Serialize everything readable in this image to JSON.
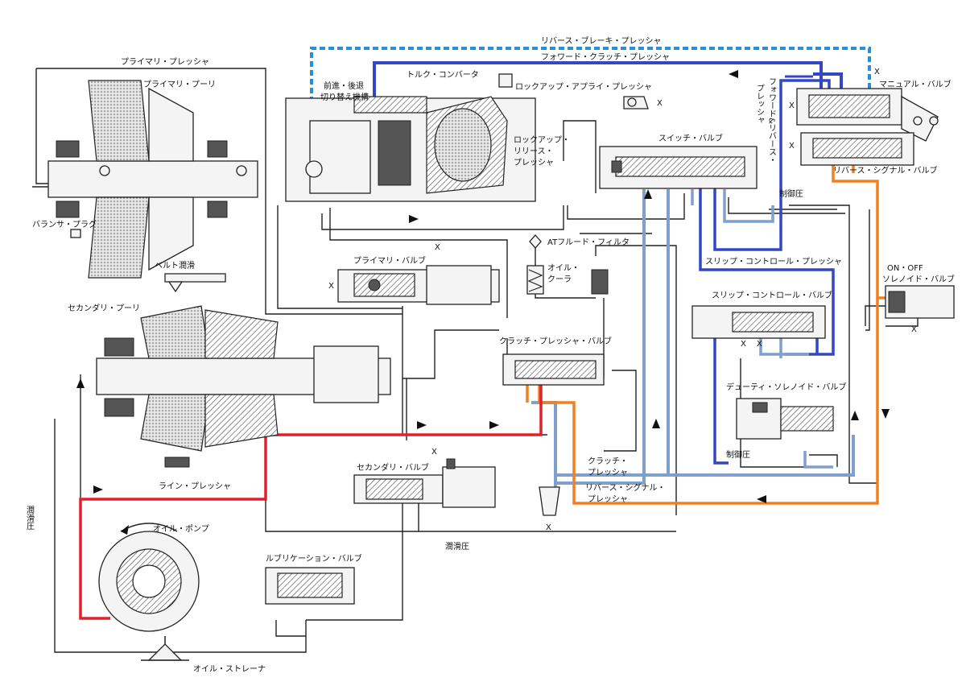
{
  "labels": {
    "reverse_brake_pressure": "リバース・ブレーキ・プレッシャ",
    "forward_clutch_pressure": "フォワード・クラッチ・プレッシャ",
    "primary_pressure": "プライマリ・プレッシャ",
    "primary_pulley": "プライマリ・プーリ",
    "fwd_rev_mechanism_line1": "前進・後退",
    "fwd_rev_mechanism_line2": "切り替え機構",
    "torque_converter": "トルク・コンバータ",
    "lockup_apply_pressure": "ロックアップ・アプライ・プレッシャ",
    "manual_valve": "マニュアル・バルブ",
    "fwd_rev_pressure_col1": "フォワード&リバース・",
    "fwd_rev_pressure_col2": "プレッシャ",
    "switch_valve": "スイッチ・バルブ",
    "lockup_release_line1": "ロックアップ・",
    "lockup_release_line2": "リリース・",
    "lockup_release_line3": "プレッシャ",
    "reverse_signal_valve": "リバース・シグナル・バルブ",
    "control_pressure": "制御圧",
    "balancer_plug": "バランサ・プラグ",
    "belt_lubrication": "ベルト潤滑",
    "primary_valve": "プライマリ・バルブ",
    "at_fluid_filter": "ATフルード・フィルタ",
    "oil_cooler_line1": "オイル・",
    "oil_cooler_line2": "クーラ",
    "slip_control_pressure": "スリップ・コントロール・プレッシャ",
    "on_off_solenoid_line1": "ON・OFF",
    "on_off_solenoid_line2": "ソレノイド・バルブ",
    "secondary_pulley": "セカンダリ・プーリ",
    "slip_control_valve": "スリップ・コントロール・バルブ",
    "clutch_pressure_valve": "クラッチ・プレッシャ・バルブ",
    "duty_solenoid_valve": "デューティ・ソレノイド・バルブ",
    "clutch_pressure_line1": "クラッチ・",
    "clutch_pressure_line2": "プレッシャ",
    "secondary_valve": "セカンダリ・バルブ",
    "line_pressure": "ライン・プレッシャ",
    "reverse_signal_pressure_line1": "リバース・シグナル・",
    "reverse_signal_pressure_line2": "プレッシャ",
    "control_pressure_2": "制御圧",
    "oil_pump": "オイル・ポンプ",
    "lubrication_pressure_side": "潤滑圧",
    "lubrication_pressure": "潤滑圧",
    "lubrication_valve": "ルブリケーション・バルブ",
    "oil_strainer": "オイル・ストレーナ",
    "drain_mark": "X"
  },
  "colors": {
    "line_pressure": "#e0202a",
    "forward_clutch": "#3346c4",
    "reverse_brake": "#2a8fd6",
    "clutch_pressure": "#7f9fcc",
    "reverse_signal": "#f08020",
    "ink": "#222222"
  }
}
